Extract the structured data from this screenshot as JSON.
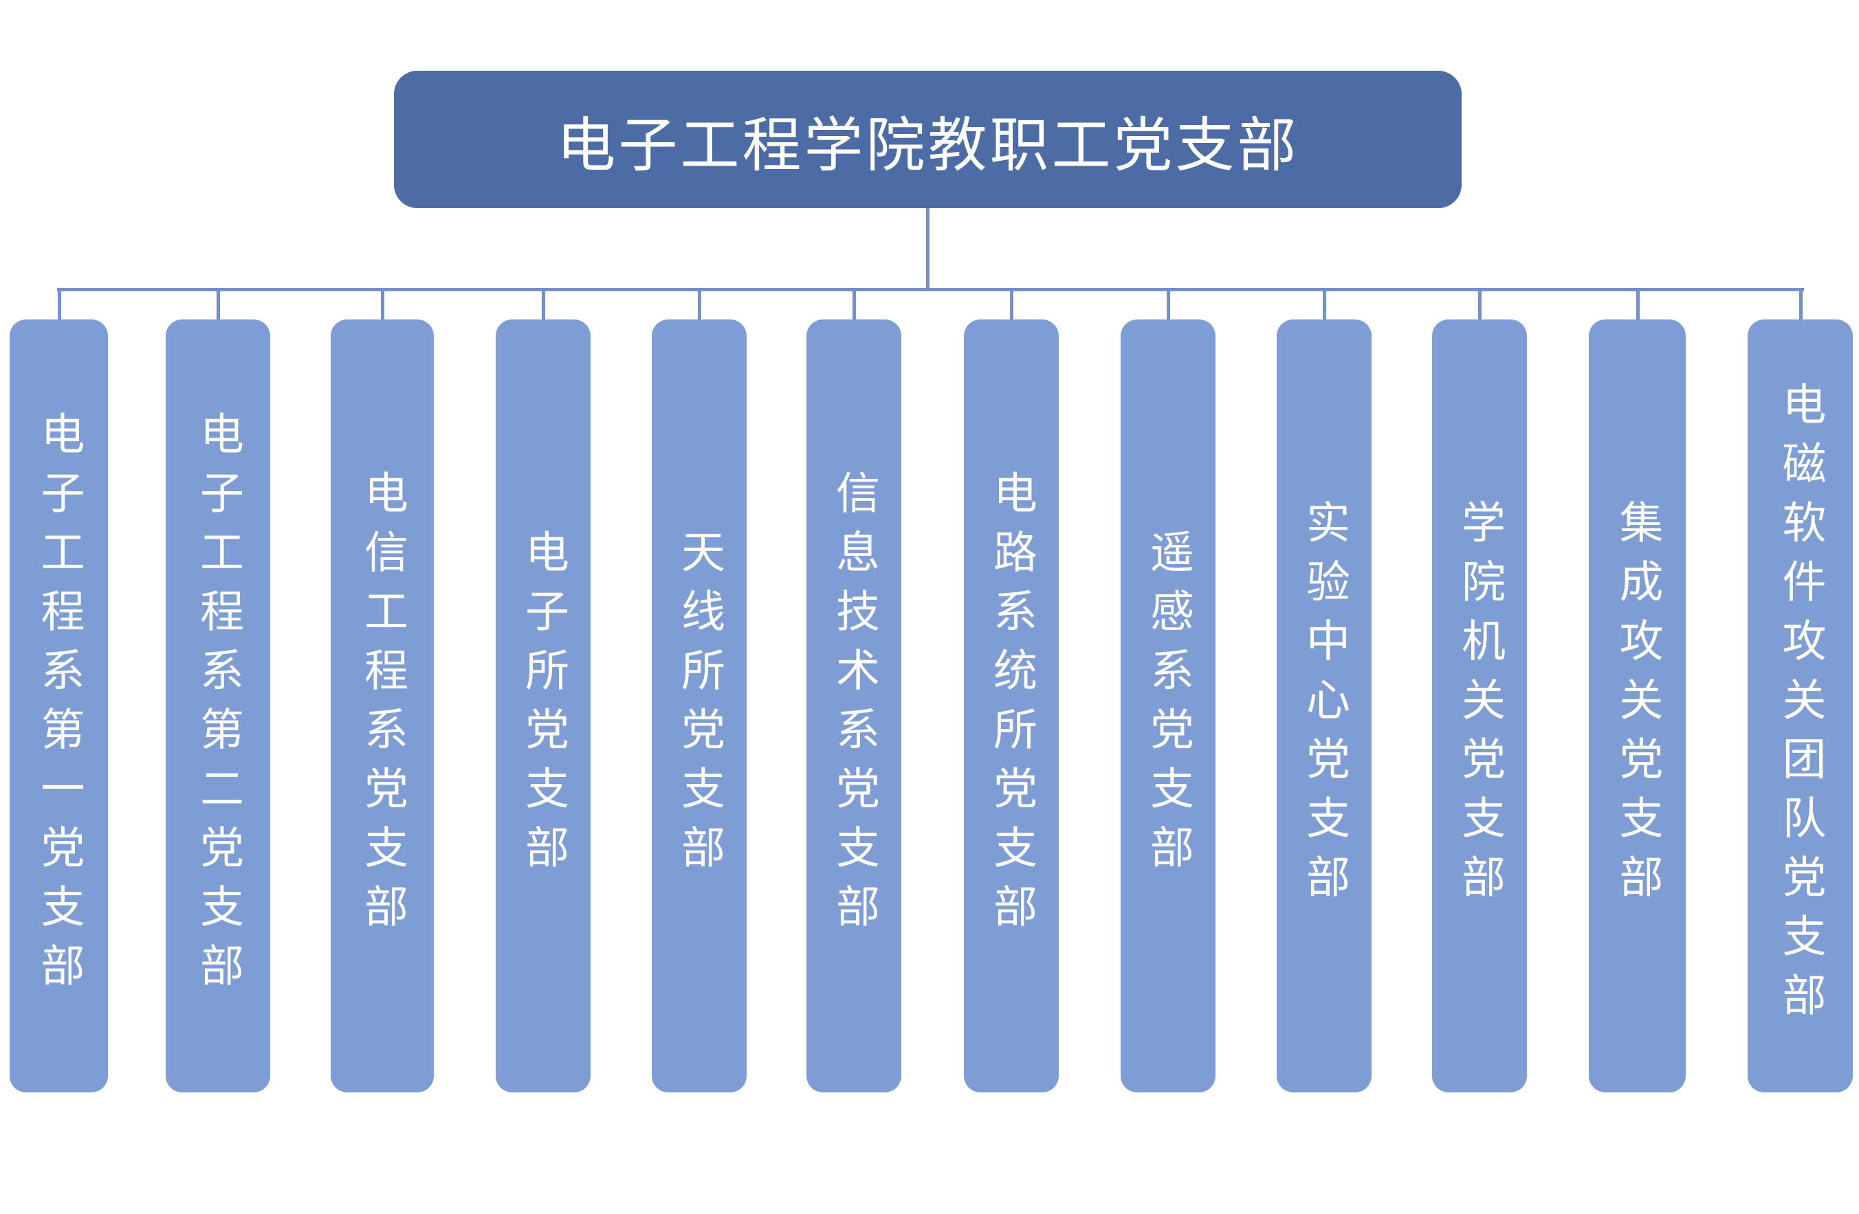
{
  "root": {
    "label": "电子工程学院教职工党支部"
  },
  "colors": {
    "root": "#4D6CA5",
    "branch": "#7E9DD4",
    "connector": "#7390CB",
    "text": "#FFFFFF"
  },
  "branches": [
    {
      "label": "电子工程系第一党支部"
    },
    {
      "label": "电子工程系第二党支部"
    },
    {
      "label": "电信工程系党支部"
    },
    {
      "label": "电子所党支部"
    },
    {
      "label": "天线所党支部"
    },
    {
      "label": "信息技术系党支部"
    },
    {
      "label": "电路系统所党支部"
    },
    {
      "label": "遥感系党支部"
    },
    {
      "label": "实验中心党支部"
    },
    {
      "label": "学院机关党支部"
    },
    {
      "label": "集成攻关党支部"
    },
    {
      "label": "电磁软件攻关团队党支部"
    }
  ]
}
